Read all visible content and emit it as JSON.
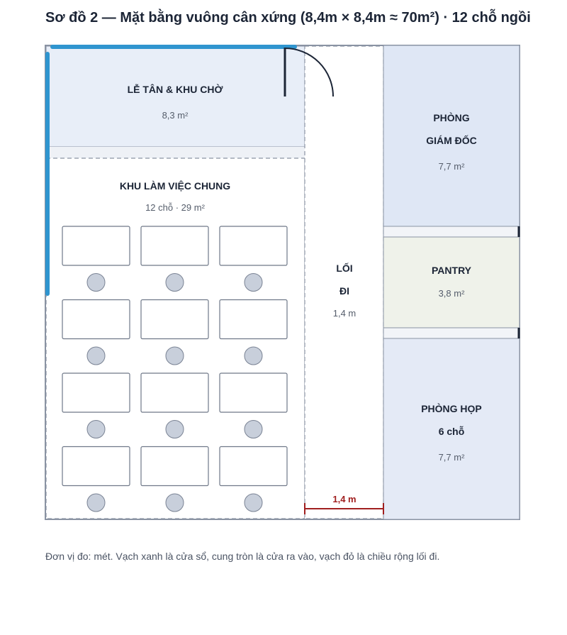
{
  "title": "Sơ đồ 2 — Mặt bằng vuông cân xứng (8,4m × 8,4m ≈ 70m²) · 12 chỗ ngồi",
  "rooms": {
    "reception": {
      "name": "LỄ TÂN & KHU CHỜ",
      "area": "8,3 m²"
    },
    "workspace": {
      "name": "KHU LÀM VIỆC CHUNG",
      "sub": "12 chỗ · 29 m²"
    },
    "corridor": {
      "name_line1": "LỐI",
      "name_line2": "ĐI",
      "area": "1,4 m"
    },
    "director": {
      "name_line1": "PHÒNG",
      "name_line2": "GIÁM ĐỐC",
      "area": "7,7 m²"
    },
    "pantry": {
      "name": "PANTRY",
      "area": "3,8 m²"
    },
    "meeting": {
      "name_line1": "PHÒNG HỌP",
      "name_line2": "6 chỗ",
      "area": "7,7 m²"
    }
  },
  "dimension": {
    "label": "1,4 m"
  },
  "workstations": {
    "rows": 4,
    "cols": 3,
    "total": 12
  },
  "note": "Đơn vị đo: mét. Vạch xanh là cửa sổ, cung tròn là cửa ra vào, vạch đỏ là chiều rộng lối đi.",
  "colors": {
    "window": "#2f95cf",
    "dimension": "#a01f1f",
    "door": "#1c2536",
    "reception_fill": "#e8eef8",
    "director_fill": "#dfe7f5",
    "pantry_fill": "#eff2ea",
    "meeting_fill": "#e4eaf6",
    "chair_fill": "#c8cfdb"
  },
  "icons": [
    "door-swing-icon",
    "window-mark-icon",
    "dimension-arrow-icon"
  ]
}
